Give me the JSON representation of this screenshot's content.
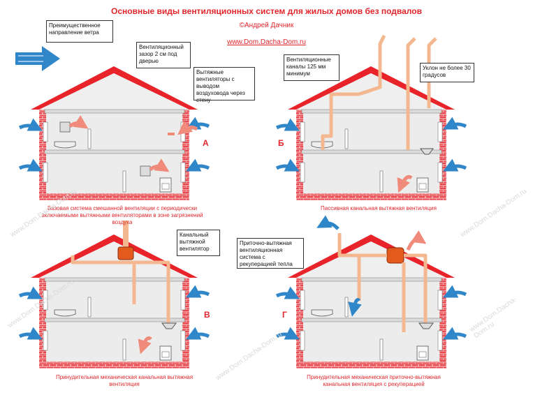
{
  "title": "Основные виды вентиляционных систем для жилых домов без подвалов",
  "author": "©Андрей Дачник",
  "site": "www.Dom.Dacha-Dom.ru",
  "watermark": "www.Dom.Dacha-Dom.ru",
  "callouts": {
    "wind": "Преимущественное направление ветра",
    "gap": "Вентиляционный зазор 2 см под дверью",
    "exhaust_fans": "Вытяжные вентиляторы с выводом воздуховода через стену",
    "channels": "Вентиляционные каналы 125 мм минимум",
    "slope": "Уклон не более 30 градусов",
    "duct_fan": "Канальный вытяжной вентилятор",
    "recuperation": "Приточно-вытяжная вентиляционная система с рекуперацией тепла"
  },
  "houses": [
    {
      "letter": "А",
      "caption": "Базовая система смешанной вентиляции с периодически включаемыми вытяжными вентиляторами в зоне загрязнений воздуха"
    },
    {
      "letter": "Б",
      "caption": "Пассивная канальная вытяжная вентиляция"
    },
    {
      "letter": "В",
      "caption": "Принудительная механическая канальная вытяжная вентиляция"
    },
    {
      "letter": "Г",
      "caption": "Принудительная механическая приточно-вытяжная канальная вентиляция с рекуперацией"
    }
  ],
  "colors": {
    "roof": "#e8232a",
    "brick": "#e8494f",
    "wall_fill": "#ececec",
    "duct": "#f4b890",
    "intake_arrow": "#2f86c9",
    "exhaust_arrow": "#f08a7a",
    "fan_box": "#e25a1c"
  },
  "icons": [
    "wind-arrow-icon",
    "bathtub-icon",
    "stove-icon",
    "exhaust-fan-icon",
    "radiator-icon",
    "duct-fan-icon",
    "recuperator-icon"
  ]
}
